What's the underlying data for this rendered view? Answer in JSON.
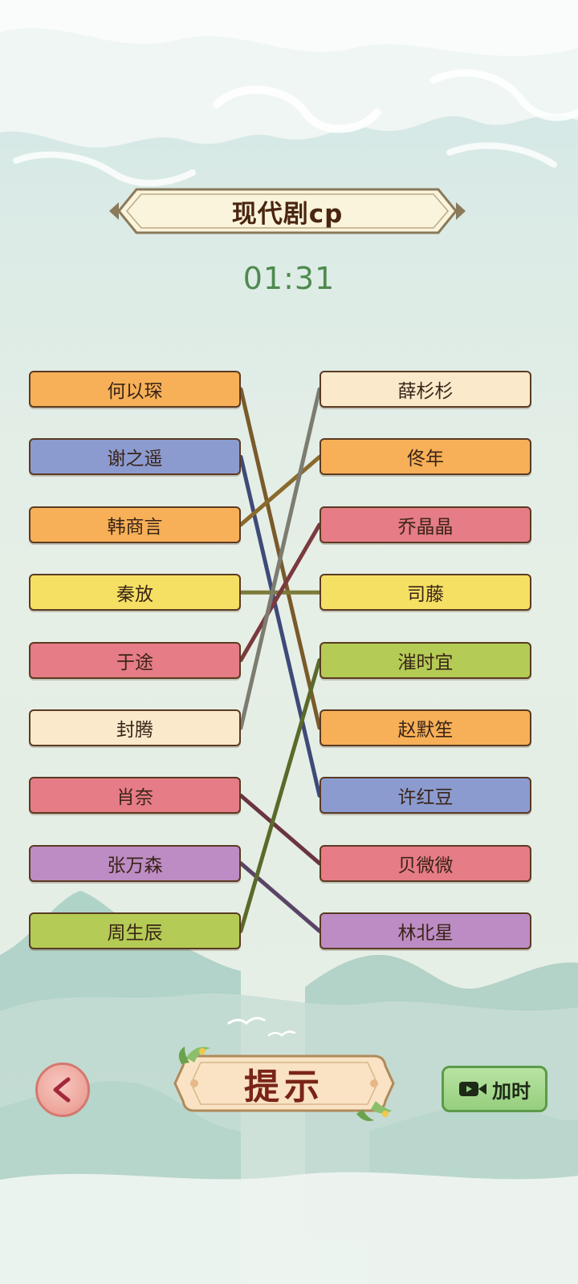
{
  "title": "现代剧cp",
  "timer": "01:31",
  "left_names": [
    {
      "label": "何以琛",
      "color": "#f7b057"
    },
    {
      "label": "谢之遥",
      "color": "#8b9bd0"
    },
    {
      "label": "韩商言",
      "color": "#f7b057"
    },
    {
      "label": "秦放",
      "color": "#f5e064"
    },
    {
      "label": "于途",
      "color": "#e67c85"
    },
    {
      "label": "封腾",
      "color": "#fbe9cb"
    },
    {
      "label": "肖奈",
      "color": "#e67c85"
    },
    {
      "label": "张万森",
      "color": "#bd8cc4"
    },
    {
      "label": "周生辰",
      "color": "#b4cb55"
    }
  ],
  "right_names": [
    {
      "label": "薛杉杉",
      "color": "#fbe9cb"
    },
    {
      "label": "佟年",
      "color": "#f7b057"
    },
    {
      "label": "乔晶晶",
      "color": "#e67c85"
    },
    {
      "label": "司藤",
      "color": "#f5e064"
    },
    {
      "label": "漼时宜",
      "color": "#b4cb55"
    },
    {
      "label": "赵默笙",
      "color": "#f7b057"
    },
    {
      "label": "许红豆",
      "color": "#8b9bd0"
    },
    {
      "label": "贝微微",
      "color": "#e67c85"
    },
    {
      "label": "林北星",
      "color": "#bd8cc4"
    }
  ],
  "connections": [
    {
      "from": 0,
      "to": 5,
      "color": "#7a5a2a"
    },
    {
      "from": 1,
      "to": 6,
      "color": "#3e4a78"
    },
    {
      "from": 2,
      "to": 1,
      "color": "#8a6a2c"
    },
    {
      "from": 3,
      "to": 3,
      "color": "#7d7a3a"
    },
    {
      "from": 4,
      "to": 2,
      "color": "#7a3a3e"
    },
    {
      "from": 5,
      "to": 0,
      "color": "#7c7c70"
    },
    {
      "from": 6,
      "to": 7,
      "color": "#6a3440"
    },
    {
      "from": 7,
      "to": 8,
      "color": "#5a4466"
    },
    {
      "from": 8,
      "to": 4,
      "color": "#5a6a2a"
    }
  ],
  "buttons": {
    "hint_label": "提示",
    "addtime_label": "加时",
    "back_icon": "chevron-left-icon",
    "video_icon": "video-camera-icon"
  }
}
